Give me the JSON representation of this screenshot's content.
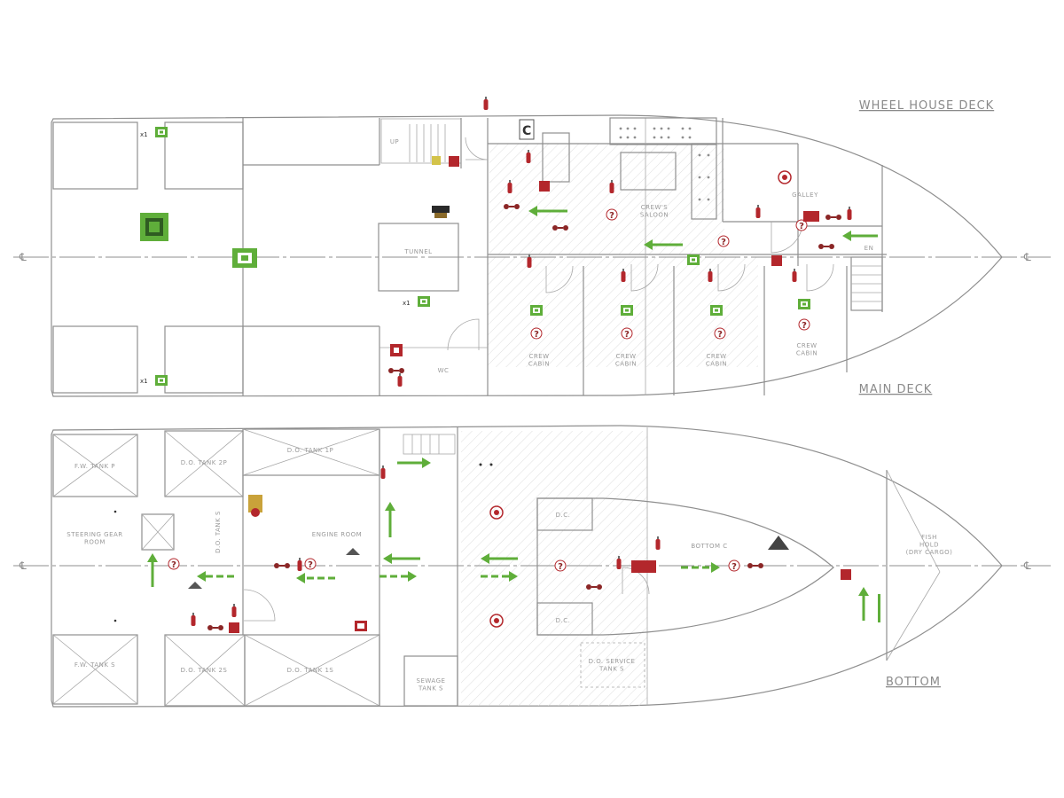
{
  "decks": {
    "wheel_house": "WHEEL HOUSE DECK",
    "main": "MAIN DECK",
    "bottom": "BOTTOM"
  },
  "rooms": {
    "tunnel": "TUNNEL",
    "crews_saloon": "CREW'S\nSALOON",
    "galley": "GALLEY",
    "crew_cabin_1": "CREW\nCABIN",
    "crew_cabin_2": "CREW\nCABIN",
    "crew_cabin_3": "CREW\nCABIN",
    "crew_cabin_4": "CREW\nCABIN",
    "wc": "WC",
    "up": "UP",
    "fw_tank_p": "F.W. TANK P",
    "fw_tank_s": "F.W. TANK S",
    "do_tank_1p": "D.O. TANK 1P",
    "do_tank_2p": "D.O. TANK 2P",
    "do_tank_2s": "D.O. TANK 2S",
    "do_tank_1s": "D.O. TANK 1S",
    "steering_gear_room": "STEERING GEAR\nROOM",
    "engine_room": "ENGINE ROOM",
    "sewage_tank": "SEWAGE\nTANK S",
    "do_service_tank": "D.O. SERVICE\nTANK S",
    "bottom_c": "BOTTOM C",
    "fish_hold": "FISH\nHOLD\n(DRY CARGO)",
    "dc_1": "D.C.",
    "dc_2": "D.C.",
    "do_tank_s_small": "D.O. TANK S"
  },
  "markers": {
    "x1_a": "x1",
    "x1_b": "x1",
    "x1_c": "x1",
    "centerline": "CL"
  },
  "colors": {
    "escape": "#5fae3a",
    "fire": "#b3272c",
    "line": "#8f8f8f"
  },
  "icons": [
    "exit-sign-icon",
    "arrow-icon",
    "fire-extinguisher-icon",
    "fire-alarm-icon",
    "hose-icon",
    "ring-buoy-icon",
    "life-raft-icon",
    "lifejacket-icon",
    "question-icon"
  ]
}
